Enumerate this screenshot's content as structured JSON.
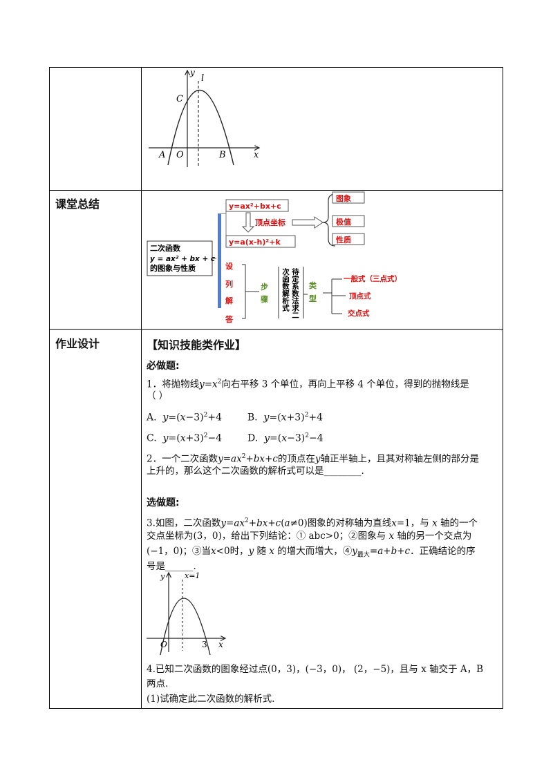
{
  "rows": {
    "summary_label": "课堂总结",
    "homework_label": "作业设计"
  },
  "figure1": {
    "y": "y",
    "l": "l",
    "C": "C",
    "A": "A",
    "O": "O",
    "B": "B",
    "x": "x"
  },
  "mindmap": {
    "center_line1": "二次函数",
    "center_line2": "y = ax² + bx + c",
    "center_line3": "的图象与性质",
    "box_general": "y=ax²+bx+c",
    "vertex_coord": "顶点坐标",
    "box_vertex": "y=a(x-h)²+k",
    "prop1": "图象",
    "prop2": "极值",
    "prop3": "性质",
    "steps": [
      "设",
      "列",
      "解",
      "答"
    ],
    "buzhou": [
      "步",
      "骤"
    ],
    "method_cols": [
      "待定系数法求二",
      "次函数解析式"
    ],
    "leixing": [
      "类",
      "型"
    ],
    "type1": "一般式（三点式）",
    "type2": "顶点式",
    "type3": "交点式"
  },
  "homework": {
    "section_title": "【知识技能类作业】",
    "required_title": "必做题:",
    "q1_pre": "1．将抛物线",
    "q1_mid": "向右平移 3 个单位，再向上平移 4 个单位，得到的抛物线是",
    "q1_paren": "（        ）",
    "q1_A": "A.",
    "q1_B": "B.",
    "q1_C": "C.",
    "q1_D": "D.",
    "q2_line1": "2．一个二次函数",
    "q2_line1b": "的顶点在",
    "q2_line1c": "轴正半轴上，且其对称轴左侧的部分是",
    "q2_line2": "上升的，那么这个二次函数的解析式可以是________.",
    "optional_title": "选做题:",
    "q3_line1a": "3.如图，二次函数",
    "q3_line1b": "图象的对称轴为直线",
    "q3_line1c": "，与",
    "q3_line1d": "轴的一个",
    "q3_line2a": "交点坐标为",
    "q3_line2b": "，给出下列结论：① abc>0；②图象与",
    "q3_line2c": "轴的另一个交点为",
    "q3_line3a": "；③当",
    "q3_line3b": "时，",
    "q3_line3c": "随",
    "q3_line3d": "的增大而增大，④",
    "q3_line3e": "．正确结论的序",
    "q3_line4": "号是______.",
    "q4_line1": "4.已知二次函数的图象经过点(0，3)，(−3，0)，  (2，−5)，且与 x 轴交于 A，B",
    "q4_line2": "两点.",
    "q4_sub1": "(1)试确定此二次函数的解析式."
  },
  "figure2": {
    "y": "y",
    "xeq": "x=1",
    "O": "O",
    "three": "3",
    "x": "x"
  }
}
